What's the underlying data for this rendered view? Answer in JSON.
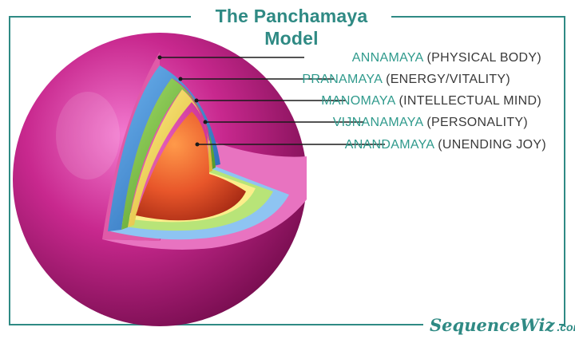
{
  "title": "The Panchamaya Model",
  "layers": [
    {
      "name": "ANNAMAYA",
      "desc": "(PHYSICAL BODY)",
      "color": "#c2288a"
    },
    {
      "name": "PRANAMAYA",
      "desc": "(ENERGY/VITALITY)",
      "color": "#3f8fd8"
    },
    {
      "name": "MANOMAYA",
      "desc": "(INTELLECTUAL MIND)",
      "color": "#7cc043"
    },
    {
      "name": "VIJNANAMAYA",
      "desc": "(PERSONALITY)",
      "color": "#f2d24a"
    },
    {
      "name": "ANANDAMAYA",
      "desc": "(UNENDING JOY)",
      "color": "#e8562a"
    }
  ],
  "logo": {
    "brand": "SequenceWiz",
    "domain": ".com"
  },
  "accent": "#2f8a84"
}
